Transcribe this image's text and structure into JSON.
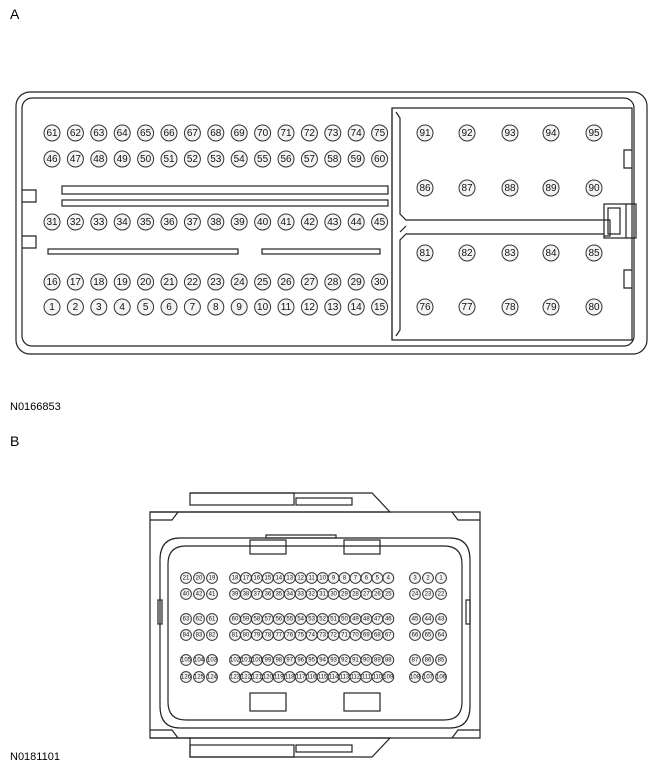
{
  "panel_a": {
    "label": "A",
    "ref": "N0166853",
    "left_rows": [
      [
        "61",
        "62",
        "63",
        "64",
        "65",
        "66",
        "67",
        "68",
        "69",
        "70",
        "71",
        "72",
        "73",
        "74",
        "75"
      ],
      [
        "46",
        "47",
        "48",
        "49",
        "50",
        "51",
        "52",
        "53",
        "54",
        "55",
        "56",
        "57",
        "58",
        "59",
        "60"
      ],
      [
        "31",
        "32",
        "33",
        "34",
        "35",
        "36",
        "37",
        "38",
        "39",
        "40",
        "41",
        "42",
        "43",
        "44",
        "45"
      ],
      [
        "16",
        "17",
        "18",
        "19",
        "20",
        "21",
        "22",
        "23",
        "24",
        "25",
        "26",
        "27",
        "28",
        "29",
        "30"
      ],
      [
        "1",
        "2",
        "3",
        "4",
        "5",
        "6",
        "7",
        "8",
        "9",
        "10",
        "11",
        "12",
        "13",
        "14",
        "15"
      ]
    ],
    "right_rows": [
      [
        "91",
        "92",
        "93",
        "94",
        "95"
      ],
      [
        "86",
        "87",
        "88",
        "89",
        "90"
      ],
      [
        "81",
        "82",
        "83",
        "84",
        "85"
      ],
      [
        "76",
        "77",
        "78",
        "79",
        "80"
      ]
    ]
  },
  "panel_b": {
    "label": "B",
    "ref": "N0181101",
    "rows": [
      {
        "g1": [
          "21",
          "20",
          "19"
        ],
        "g2": [
          "18",
          "17",
          "16",
          "15",
          "14",
          "13",
          "12",
          "11",
          "10",
          "9",
          "8",
          "7",
          "6",
          "5",
          "4"
        ],
        "g3": [
          "3",
          "2",
          "1"
        ]
      },
      {
        "g1": [
          "40",
          "42",
          "41"
        ],
        "g2": [
          "39",
          "38",
          "37",
          "36",
          "35",
          "34",
          "33",
          "32",
          "31",
          "30",
          "29",
          "28",
          "27",
          "26",
          "25"
        ],
        "g3": [
          "24",
          "23",
          "22"
        ]
      },
      {
        "g1": [
          "63",
          "62",
          "61"
        ],
        "g2": [
          "60",
          "59",
          "58",
          "57",
          "56",
          "55",
          "54",
          "53",
          "52",
          "51",
          "50",
          "49",
          "48",
          "47",
          "46"
        ],
        "g3": [
          "45",
          "44",
          "43"
        ]
      },
      {
        "g1": [
          "84",
          "83",
          "82"
        ],
        "g2": [
          "81",
          "80",
          "79",
          "78",
          "77",
          "76",
          "75",
          "74",
          "73",
          "72",
          "71",
          "70",
          "69",
          "68",
          "67"
        ],
        "g3": [
          "66",
          "65",
          "64"
        ]
      },
      {
        "g1": [
          "105",
          "104",
          "103"
        ],
        "g2": [
          "102",
          "101",
          "100",
          "99",
          "98",
          "97",
          "96",
          "95",
          "94",
          "93",
          "92",
          "91",
          "90",
          "89",
          "88"
        ],
        "g3": [
          "87",
          "86",
          "85"
        ]
      },
      {
        "g1": [
          "126",
          "125",
          "124"
        ],
        "g2": [
          "123",
          "122",
          "121",
          "120",
          "119",
          "118",
          "117",
          "116",
          "115",
          "114",
          "113",
          "112",
          "111",
          "110",
          "109"
        ],
        "g3": [
          "108",
          "107",
          "106"
        ]
      }
    ]
  }
}
